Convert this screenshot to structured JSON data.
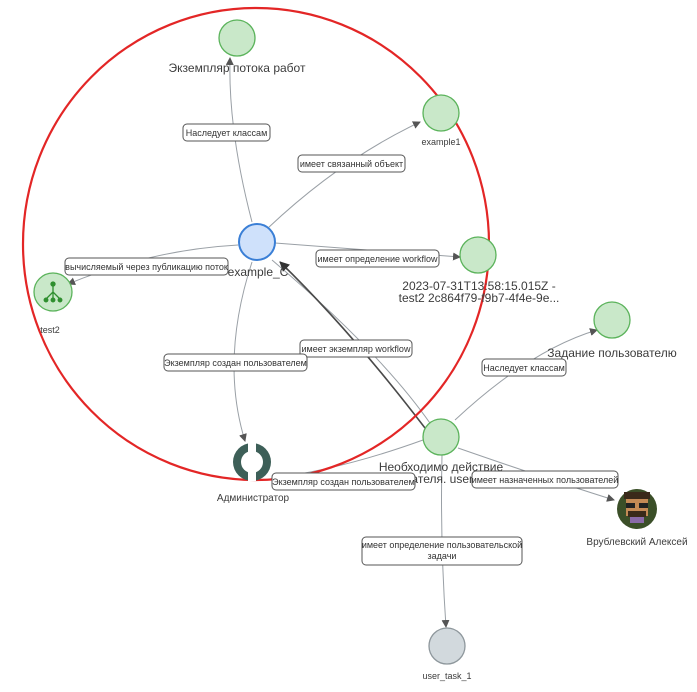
{
  "colors": {
    "highlight_circle": "#e32626",
    "node_green_fill": "#c9e8c9",
    "node_green_stroke": "#5bb35b",
    "node_blue_fill": "#cfe1fb",
    "node_blue_stroke": "#3a7fd6",
    "node_gray_fill": "#d2d9dd",
    "admin_icon": "#3d5f58"
  },
  "nodes": {
    "workflow_instance": "Экземпляр потока работ",
    "example1": "example1",
    "center": "example_C",
    "definition_line1": "2023-07-31T13:58:15.015Z -",
    "definition_line2": "test2 2c864f79-f9b7-4f4e-9e...",
    "test2": "test2",
    "user_task_type": "Задание пользователю",
    "action_line1": "Необходимо действие",
    "action_line2": "пользователя. user_task_1",
    "admin": "Администратор",
    "person": "Врублевский Алексей",
    "user_task_1": "user_task_1"
  },
  "edges": {
    "inherits_top": "Наследует классам",
    "related_object": "имеет связанный объект",
    "has_workflow_def": "имеет определение workflow",
    "computed_via": "вычисляемый через публикацию поток",
    "has_instance": "имеет экземпляр workflow",
    "created_by_center": "Экземпляр создан пользователем",
    "inherits_right": "Наследует классам",
    "created_by_action": "Экземпляр создан пользователем",
    "assigned_users": "имеет назначенных пользователей",
    "task_def_line1": "имеет определение пользовательской",
    "task_def_line2": "задачи"
  }
}
